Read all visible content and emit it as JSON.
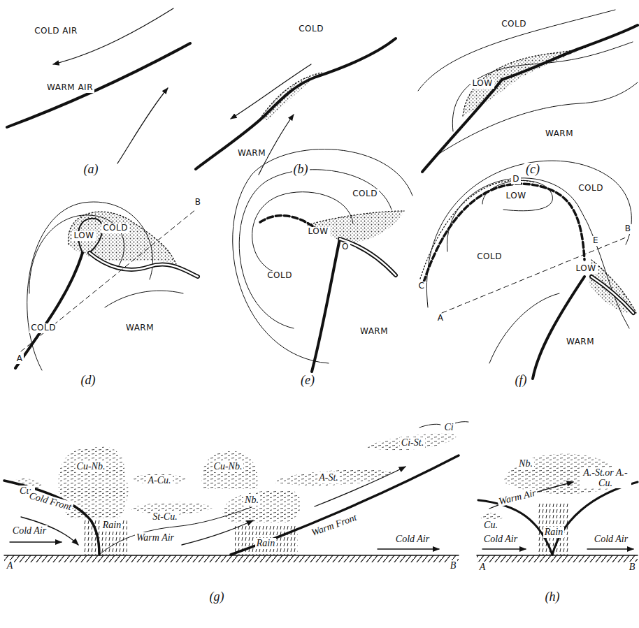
{
  "diagram": {
    "labels": [
      "COLD AIR",
      "WARM AIR",
      "(a)",
      "COLD",
      "WARM",
      "(b)",
      "COLD",
      "LOW",
      "WARM",
      "(c)",
      "COLD",
      "LOW",
      "COLD",
      "WARM",
      "A",
      "B",
      "(d)",
      "COLD",
      "LOW",
      "COLD",
      "WARM",
      "O",
      "(e)",
      "C",
      "D",
      "LOW",
      "COLD",
      "E",
      "COLD",
      "LOW",
      "WARM",
      "A",
      "B",
      "(f)",
      "Ci",
      "Cu.",
      "Cu-Nb.",
      "A-Cu.",
      "Cu-Nb.",
      "A-St.",
      "Ci-St.",
      "Cold Front",
      "Rain",
      "St-Cu.",
      "Nb.",
      "Cold Air",
      "Warm Air",
      "Rain",
      "Warm Front",
      "Cold Air",
      "A",
      "B",
      "(g)",
      "Nb.",
      "A.-St.or A.-Cu.",
      "Warm Air",
      "Cu.",
      "Cold Air",
      "Rain",
      "Cold Air",
      "A",
      "B",
      "(h)"
    ]
  }
}
